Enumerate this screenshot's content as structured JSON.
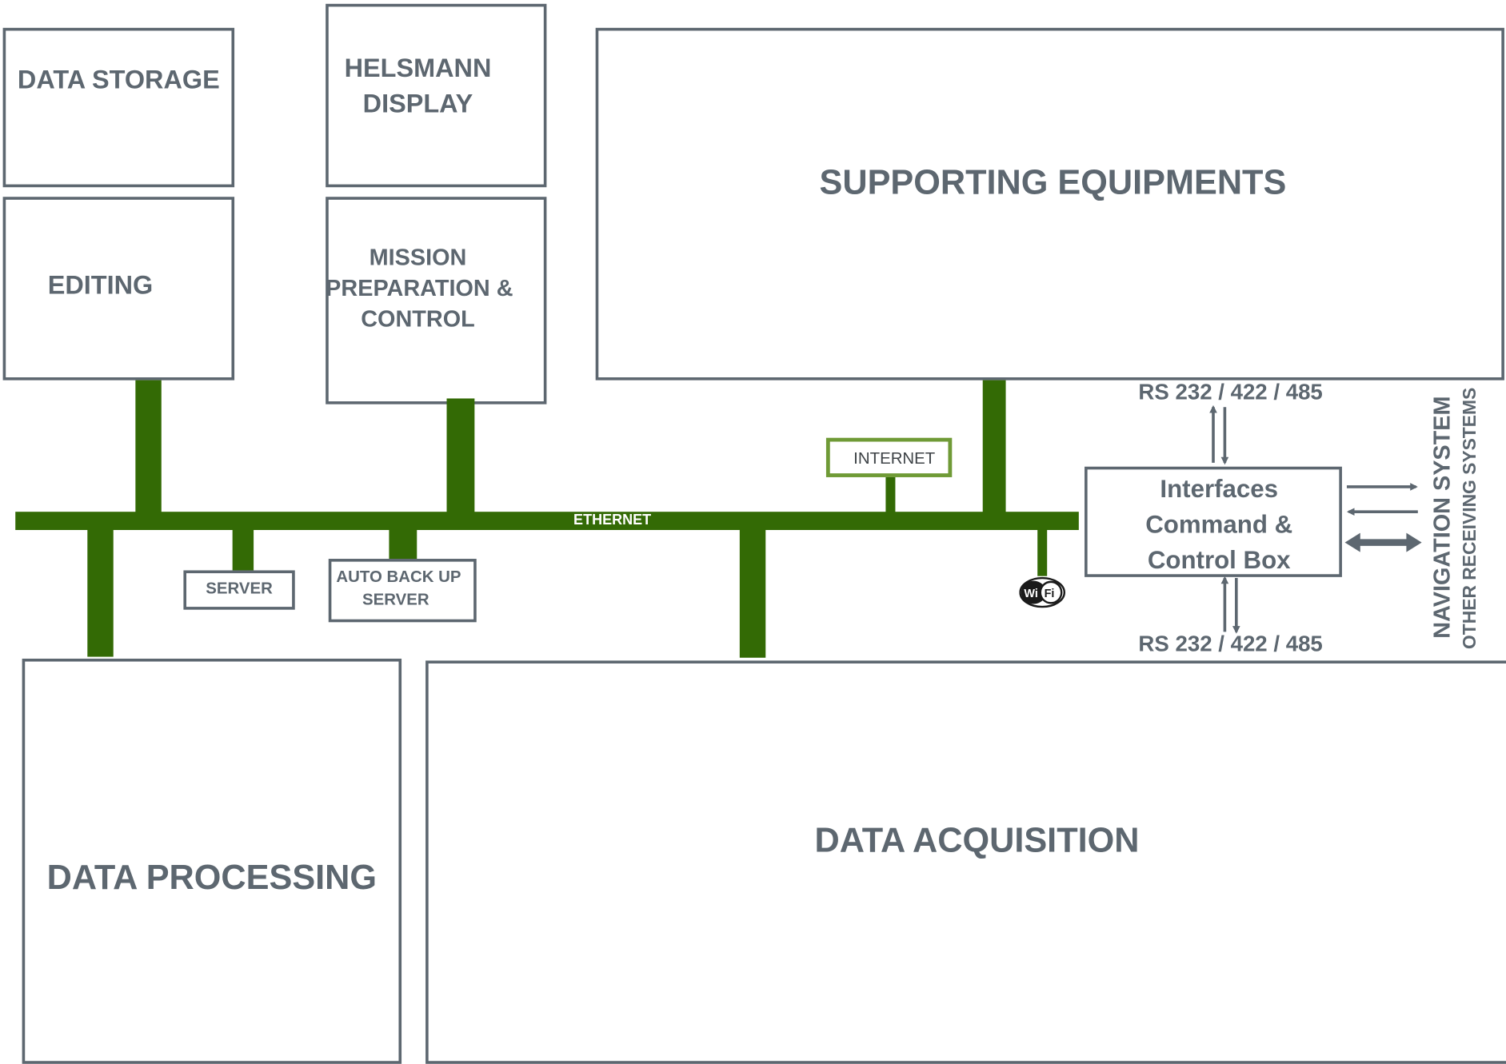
{
  "blocks": {
    "data_storage": "DATA STORAGE",
    "helsmann_display_line1": "HELSMANN",
    "helsmann_display_line2": "DISPLAY",
    "editing": "EDITING",
    "mission_line1": "MISSION",
    "mission_line2": "PREPARATION &",
    "mission_line3": "CONTROL",
    "supporting_equipments": "SUPPORTING EQUIPMENTS",
    "data_processing": "DATA PROCESSING",
    "data_acquisition": "DATA ACQUISITION"
  },
  "network": {
    "ethernet": "ETHERNET",
    "internet": "INTERNET",
    "server": "SERVER",
    "backup_line1": "AUTO BACK UP",
    "backup_line2": "SERVER",
    "wifi_left": "Wi",
    "wifi_right": "Fi"
  },
  "interface_box": {
    "line1": "Interfaces",
    "line2": "Command &",
    "line3": "Control Box",
    "serial_top": "RS 232 / 422 / 485",
    "serial_bottom": "RS 232 / 422 / 485"
  },
  "external": {
    "navigation": "NAVIGATION SYSTEM",
    "other_receiving": "OTHER RECEIVING SYSTEMS"
  },
  "colors": {
    "ethernet_green": "#336a05",
    "internet_border": "#6f9a36",
    "box_border": "#5d6770"
  }
}
